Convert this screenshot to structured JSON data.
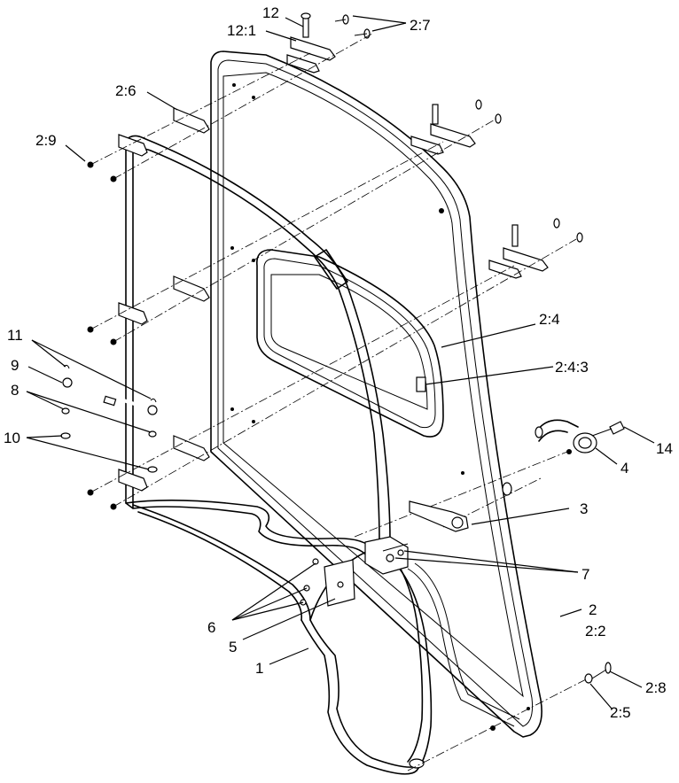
{
  "labels": {
    "l12": "12",
    "l12_1": "12:1",
    "l2_7": "2:7",
    "l2_6": "2:6",
    "l2_9": "2:9",
    "l11": "11",
    "l9": "9",
    "l8": "8",
    "l10": "10",
    "l2_4": "2:4",
    "l2_4_3": "2:4:3",
    "l14": "14",
    "l4": "4",
    "l3": "3",
    "l7": "7",
    "l6": "6",
    "l5": "5",
    "l1": "1",
    "l2": "2",
    "l2_2": "2:2",
    "l2_8": "2:8",
    "l2_5": "2:5"
  }
}
